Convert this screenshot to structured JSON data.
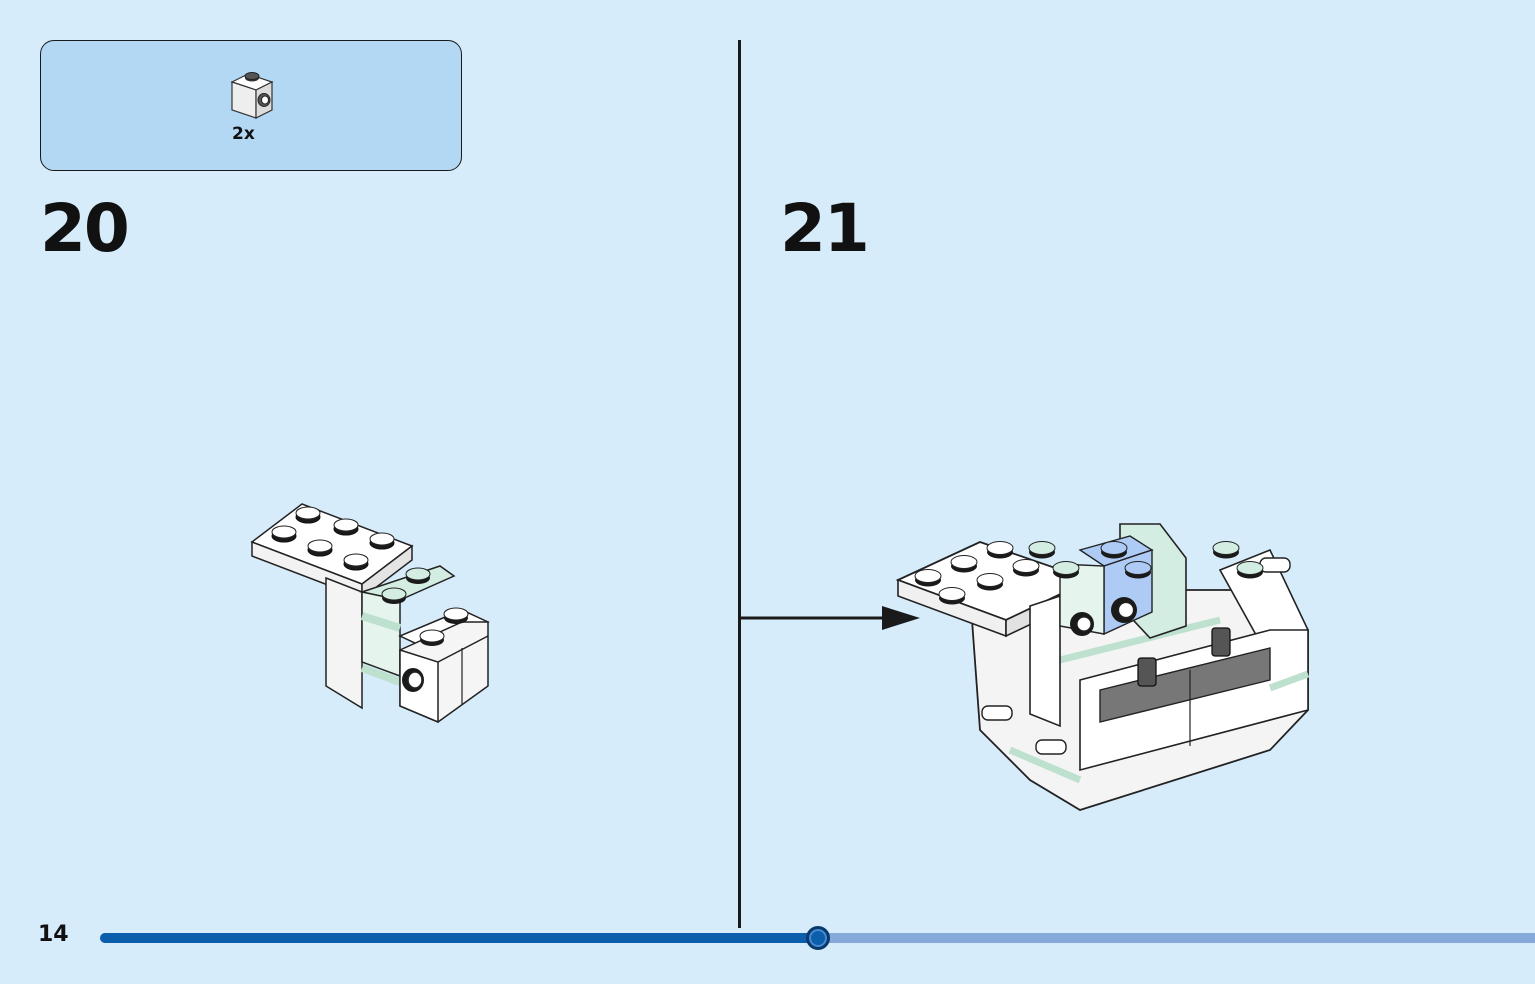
{
  "page": {
    "number": "14",
    "background": "#d6ecfa"
  },
  "parts_callout": {
    "quantity": "2x",
    "part_icon": "white-1x1-brick-with-side-stud-icon",
    "background": "#b3d8f4"
  },
  "steps": [
    {
      "number": "20"
    },
    {
      "number": "21"
    }
  ],
  "progress": {
    "fraction": 0.5,
    "fill_color": "#0a5eab",
    "track_color": "#85a9da"
  }
}
